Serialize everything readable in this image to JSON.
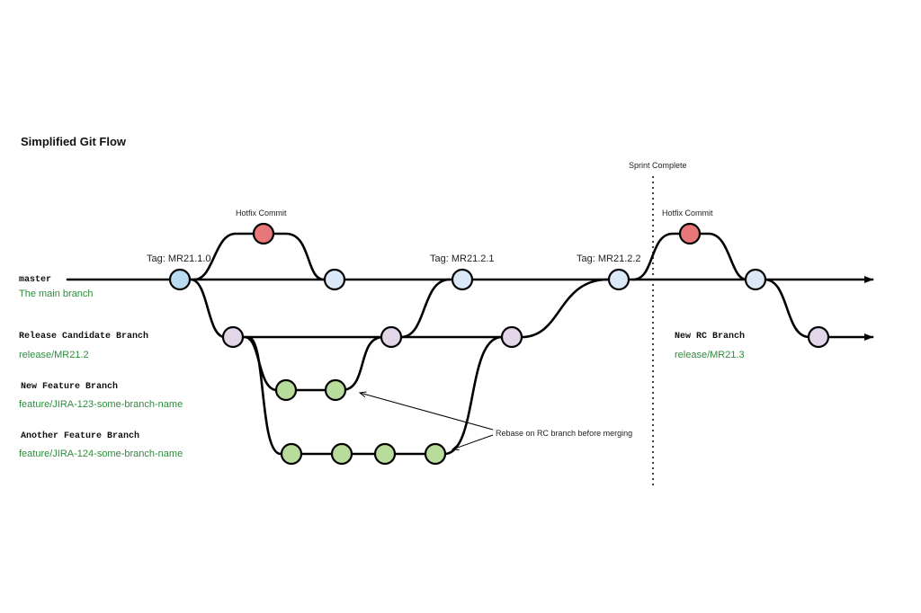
{
  "title": "Simplified Git Flow",
  "sprint_label": "Sprint Complete",
  "hotfix_label": "Hotfix Commit",
  "tags": [
    "Tag: MR21.1.0",
    "Tag: MR21.2.1",
    "Tag: MR21.2.2"
  ],
  "branches": {
    "master": {
      "name": "master",
      "desc": "The main branch"
    },
    "release": {
      "name": "Release Candidate Branch",
      "desc": "release/MR21.2"
    },
    "feature1": {
      "name": "New Feature Branch",
      "desc": "feature/JIRA-123-some-branch-name"
    },
    "feature2": {
      "name": "Another Feature Branch",
      "desc": "feature/JIRA-124-some-branch-name"
    },
    "new_rc": {
      "name": "New RC Branch",
      "desc": "release/MR21.3"
    }
  },
  "rebase_note": "Rebase on RC branch before merging",
  "colors": {
    "line": "#000000",
    "master_tag_fill": "#b9dcf2",
    "master_fill": "#dbe8f8",
    "hotfix_fill": "#e8777a",
    "release_fill": "#e3d6e9",
    "feature_fill": "#b7dc9b",
    "desc_text": "#2e8b3e"
  }
}
